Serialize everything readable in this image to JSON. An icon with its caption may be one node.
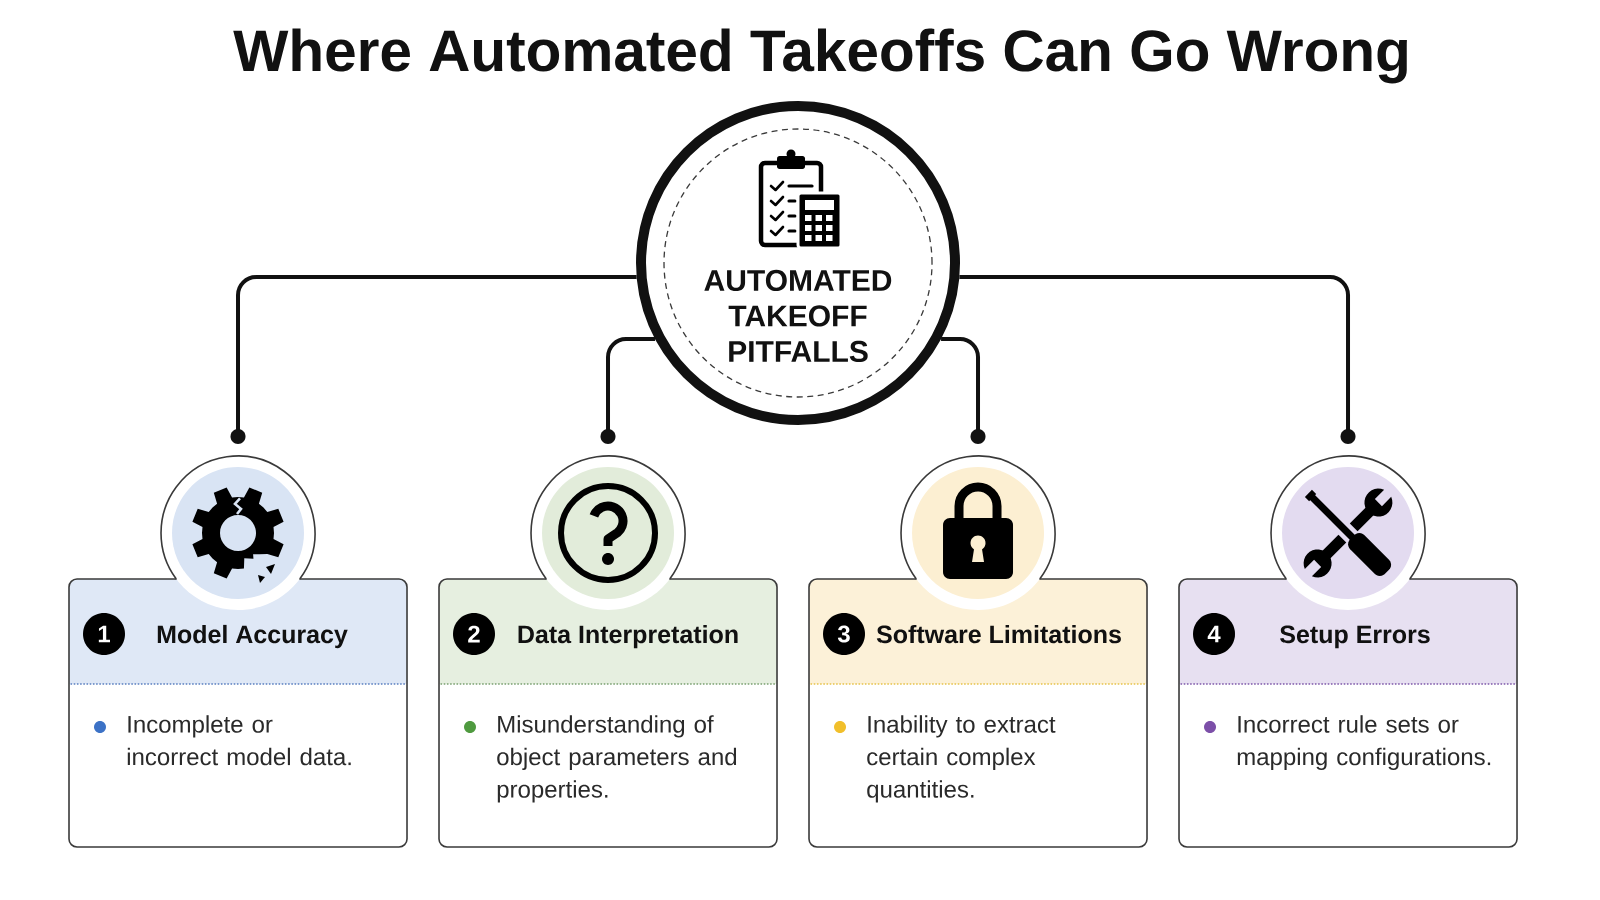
{
  "diagram": {
    "title": "Where Automated Takeoffs Can Go Wrong",
    "nodes": [
      {
        "text": [
          "AUTOMATED TAKEOFF PITFALLS"
        ]
      },
      {
        "text": [
          "Model Accuracy",
          "Incomplete or incorrect model data."
        ]
      },
      {
        "text": [
          "1"
        ],
        "in": 1
      },
      {
        "text": [
          "Data Interpretation",
          "Misunderstanding of object parameters and properties."
        ]
      },
      {
        "text": [
          "2"
        ],
        "in": 3
      },
      {
        "text": [
          "Software Limitations",
          "Inability to extract certain complex quantities."
        ]
      },
      {
        "text": [
          "3"
        ],
        "in": 5
      },
      {
        "text": [
          "Setup Errors",
          "Incorrect rule sets or mapping configurations."
        ]
      },
      {
        "text": [
          "4"
        ],
        "in": 7
      }
    ],
    "edges": [
      {
        "from": 0,
        "to": 1,
        "arrow": "other"
      },
      {
        "from": 0,
        "to": 3,
        "arrow": "other"
      },
      {
        "from": 0,
        "to": 5,
        "arrow": "other"
      },
      {
        "from": 0,
        "to": 7,
        "arrow": "other"
      }
    ]
  }
}
